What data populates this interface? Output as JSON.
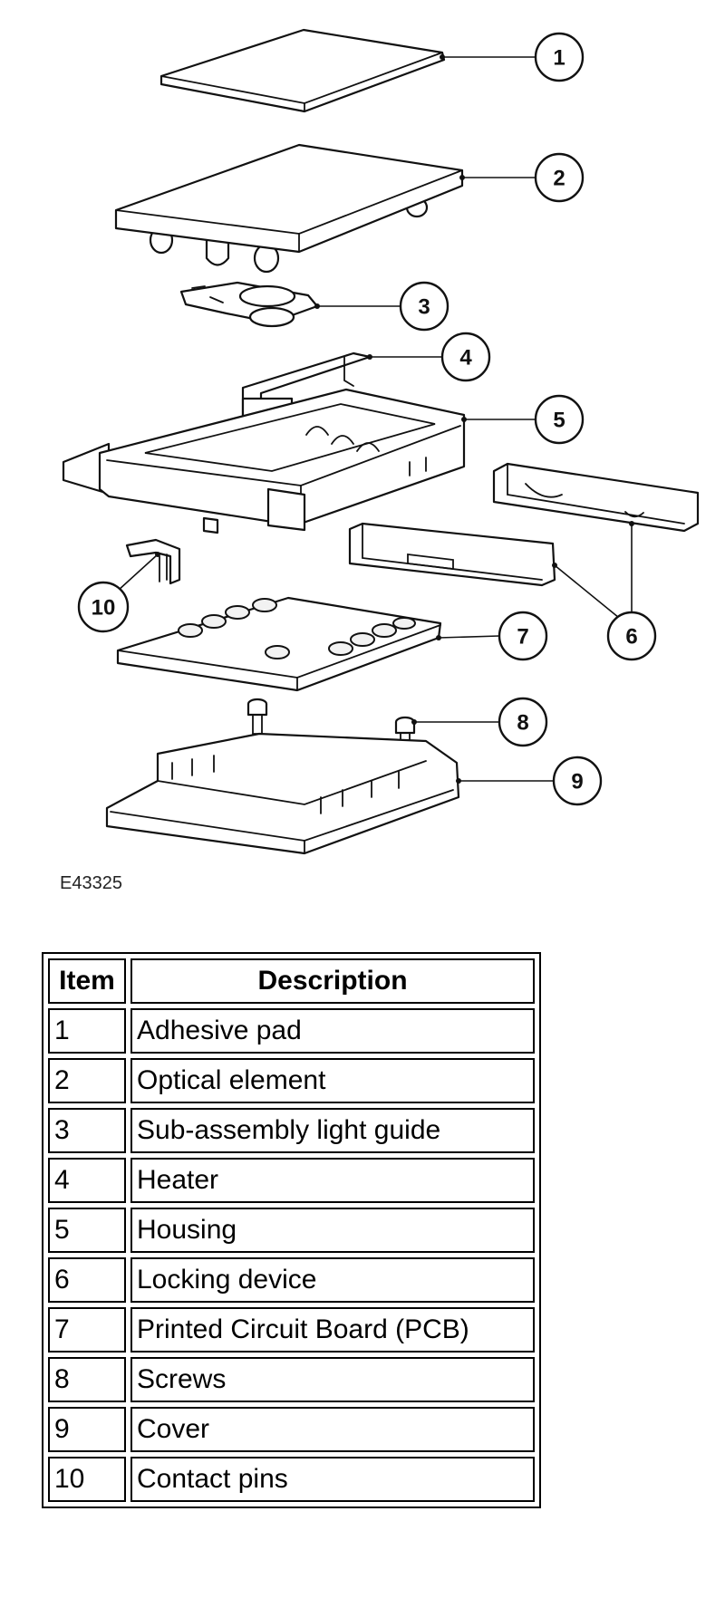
{
  "diagram": {
    "reference": "E43325",
    "callouts": [
      "1",
      "2",
      "3",
      "4",
      "5",
      "6",
      "7",
      "8",
      "9",
      "10"
    ]
  },
  "table": {
    "headers": [
      "Item",
      "Description"
    ],
    "rows": [
      {
        "item": "1",
        "description": "Adhesive pad"
      },
      {
        "item": "2",
        "description": "Optical element"
      },
      {
        "item": "3",
        "description": "Sub-assembly light guide"
      },
      {
        "item": "4",
        "description": "Heater"
      },
      {
        "item": "5",
        "description": "Housing"
      },
      {
        "item": "6",
        "description": "Locking device"
      },
      {
        "item": "7",
        "description": "Printed Circuit Board (PCB)"
      },
      {
        "item": "8",
        "description": "Screws"
      },
      {
        "item": "9",
        "description": "Cover"
      },
      {
        "item": "10",
        "description": "Contact pins"
      }
    ]
  }
}
